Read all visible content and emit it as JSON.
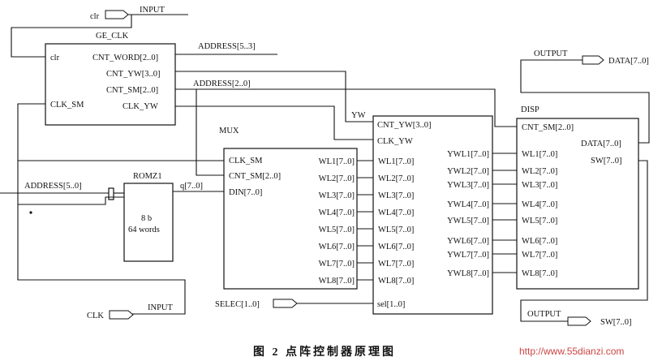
{
  "io": {
    "clr_name": "clr",
    "clr_dir": "INPUT",
    "clk_name": "CLK",
    "clk_dir": "INPUT",
    "selec_name": "SELEC[1..0]",
    "output_data_dir": "OUTPUT",
    "output_data_name": "DATA[7..0]",
    "output_sw_dir": "OUTPUT",
    "output_sw_name": "SW[7..0]"
  },
  "ge_clk": {
    "title": "GE_CLK",
    "clr": "clr",
    "clk_sm": "CLK_SM",
    "cnt_word": "CNT_WORD[2..0]",
    "cnt_yw": "CNT_YW[3..0]",
    "cnt_sm": "CNT_SM[2..0]",
    "clk_yw": "CLK_YW"
  },
  "nets": {
    "address_53": "ADDRESS[5..3]",
    "address_20": "ADDRESS[2..0]",
    "address_50": "ADDRESS[5..0]",
    "q": "q[7..0]",
    "yw": "YW"
  },
  "romz": {
    "title": "ROMZ1",
    "line1": "8 b",
    "line2": "64 words"
  },
  "mux": {
    "title": "MUX",
    "clk_sm": "CLK_SM",
    "cnt_sm": "CNT_SM[2..0]",
    "din": "DIN[7..0]",
    "outputs": [
      "WL1[7..0]",
      "WL2[7..0]",
      "WL3[7..0]",
      "WL4[7..0]",
      "WL5[7..0]",
      "WL6[7..0]",
      "WL7[7..0]",
      "WL8[7..0]"
    ]
  },
  "yw": {
    "cnt_yw": "CNT_YW[3..0]",
    "clk_yw": "CLK_YW",
    "inputs": [
      "WL1[7..0]",
      "WL2[7..0]",
      "WL3[7..0]",
      "WL4[7..0]",
      "WL5[7..0]",
      "WL6[7..0]",
      "WL7[7..0]",
      "WL8[7..0]"
    ],
    "outputs": [
      "YWL1[7..0]",
      "YWL2[7..0]",
      "YWL3[7..0]",
      "YWL4[7..0]",
      "YWL5[7..0]",
      "YWL6[7..0]",
      "YWL7[7..0]",
      "YWL8[7..0]"
    ],
    "sel": "sel[1..0]"
  },
  "disp": {
    "title": "DISP",
    "cnt_sm": "CNT_SM[2..0]",
    "data": "DATA[7..0]",
    "sw": "SW[7..0]",
    "inputs": [
      "WL1[7..0]",
      "WL2[7..0]",
      "WL3[7..0]",
      "WL4[7..0]",
      "WL5[7..0]",
      "WL6[7..0]",
      "WL7[7..0]",
      "WL8[7..0]"
    ]
  },
  "caption": "图 2   点阵控制器原理图",
  "watermark": "http://www.55dianzi.com"
}
